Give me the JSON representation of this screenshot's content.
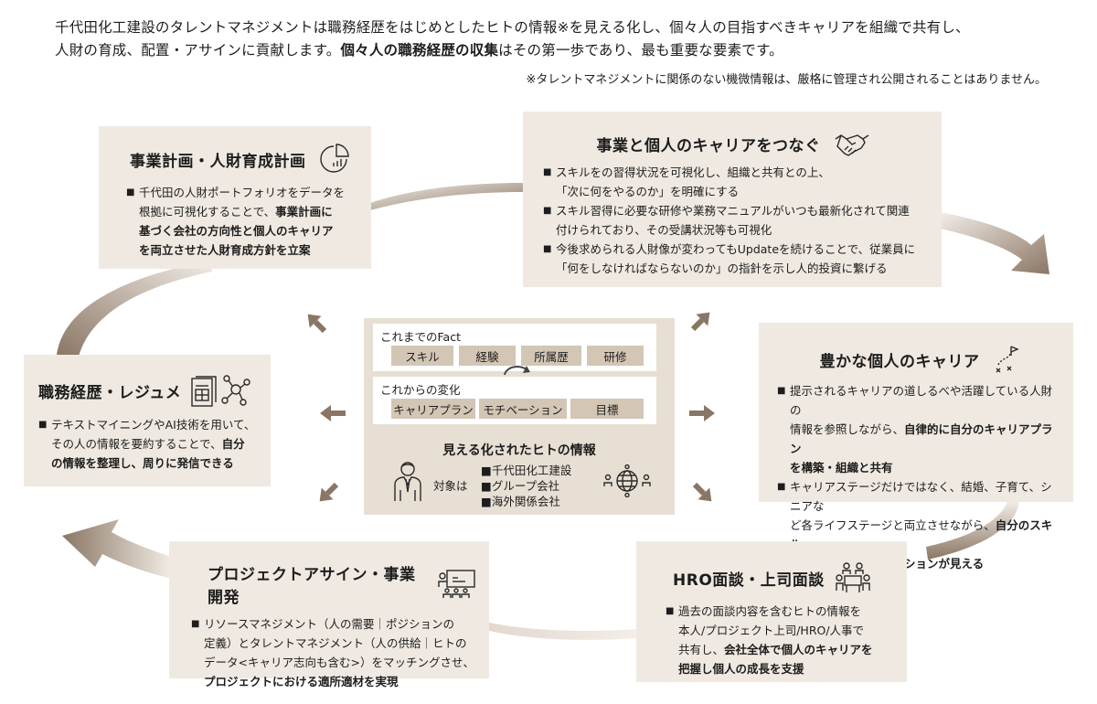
{
  "intro": {
    "line1": "千代田化工建設のタレントマネジメントは職務経歴をはじめとしたヒトの情報※を見える化し、個々人の目指すべきキャリアを組織で共有し、",
    "line2_plain": "人財の育成、配置・アサインに貢献します。",
    "line2_bold": "個々人の職務経歴の収集",
    "line2_tail": "はその第一歩であり、最も重要な要素です。",
    "footnote": "※タレントマネジメントに関係のない機微情報は、厳格に管理され公開されることはありません。"
  },
  "boxes": {
    "plan": {
      "title": "事業計画・人財育成計画",
      "icon": "pie-chart-icon",
      "t1": "千代田の人財ポートフォリオをデータを",
      "t2": "根拠に可視化することで、",
      "b1": "事業計画に",
      "b2": "基づく会社の方向性と個人のキャリア",
      "b3": "を両立させた人財育成方針を立案"
    },
    "connect": {
      "title": "事業と個人のキャリアをつなぐ",
      "icon": "handshake-icon",
      "items": [
        "スキルをの習得状況を可視化し、組織と共有との上、",
        "「次に何をやるのか」を明確にする",
        "スキル習得に必要な研修や業務マニュアルがいつも最新化されて関連",
        "付けられており、その受講状況等も可視化",
        "今後求められる人財像が変わってもUpdateを続けることで、従業員に",
        "「何をしなければならないのか」の指針を示し人的投資に繋げる"
      ]
    },
    "rich": {
      "title": "豊かな個人のキャリア",
      "icon": "strategy-icon",
      "a1": "提示されるキャリアの道しるべや活躍している人財の",
      "a2": "情報を参照しながら、",
      "a3": "自律的に自分のキャリアプラン",
      "a4": "を構築・組織と共有",
      "c1": "キャリアステージだけではなく、結婚、子育て、シニアな",
      "c2": "ど各ライフステージと両立させながら、",
      "c3": "自分のスキル",
      "c4": "や経験を活かせるポジションが見える"
    },
    "resume": {
      "title": "職務経歴・レジュメ",
      "icon": "document-network-icon",
      "t1": "テキストマイニングやAI技術を用いて、",
      "t2": "その人の情報を要約することで、",
      "b1": "自分",
      "b2": "の情報を整理し、周りに発信できる"
    },
    "project": {
      "title": "プロジェクトアサイン・事業開発",
      "icon": "presentation-icon",
      "t1": "リソースマネジメント（人の需要｜ポジションの",
      "t2": "定義）とタレントマネジメント（人の供給｜ヒトの",
      "t3": "データ<キャリア志向も含む>）をマッチングさせ、",
      "b1": "プロジェクトにおける適所適材を実現"
    },
    "hro": {
      "title": "HRO面談・上司面談",
      "icon": "meeting-icon",
      "t1": "過去の面談内容を含むヒトの情報を",
      "t2": "本人/プロジェクト上司/HRO/人事で",
      "t3": "共有し、",
      "b1": "会社全体で個人のキャリアを",
      "b2": "把握し個人の成長を支援"
    }
  },
  "center": {
    "fact_label": "これまでのFact",
    "fact_chips": [
      "スキル",
      "経験",
      "所属歴",
      "研修"
    ],
    "change_label": "これからの変化",
    "change_chips": [
      "キャリアプラン",
      "モチベーション",
      "目標"
    ],
    "visual_title": "見える化されたヒトの情報",
    "target_label": "対象は",
    "targets": [
      "千代田化工建設",
      "グループ会社",
      "海外関係会社"
    ],
    "icon_person": "businessperson-icon",
    "icon_global": "global-network-icon",
    "icon_cycle": "refresh-cycle-icon"
  },
  "colors": {
    "box_bg": "#efe9e1",
    "center_bg": "#e7dfd3",
    "chip_bg": "#d3c6b5",
    "arrow_dark": "#8a7664",
    "arrow_light": "#a5917d",
    "gradient_light": "#f3eee8"
  }
}
